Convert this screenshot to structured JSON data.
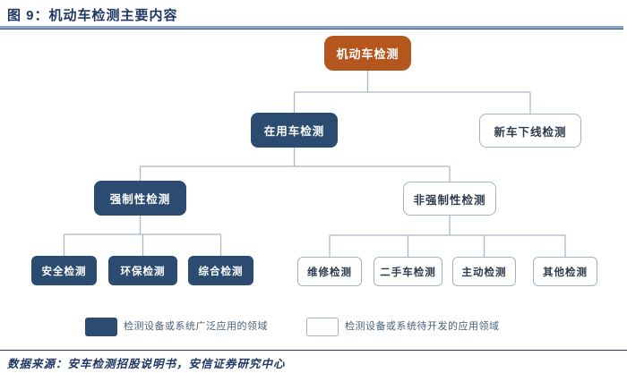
{
  "figure": {
    "title": "图 9：机动车检测主要内容",
    "source": "数据来源：安车检测招股说明书，安信证券研究中心"
  },
  "tree": {
    "label": "机动车检测",
    "children": [
      {
        "label": "在用车检测",
        "applied": true,
        "children": [
          {
            "label": "强制性检测",
            "applied": true,
            "children": [
              {
                "label": "安全检测",
                "applied": true
              },
              {
                "label": "环保检测",
                "applied": true
              },
              {
                "label": "综合检测",
                "applied": true
              }
            ]
          },
          {
            "label": "非强制性检测",
            "applied": false,
            "children": [
              {
                "label": "维修检测",
                "applied": false
              },
              {
                "label": "二手车检测",
                "applied": false
              },
              {
                "label": "主动检测",
                "applied": false
              },
              {
                "label": "其他检测",
                "applied": false
              }
            ]
          }
        ]
      },
      {
        "label": "新车下线检测",
        "applied": false
      }
    ]
  },
  "legend": {
    "filled_label": "检测设备或系统广泛应用的领域",
    "outline_label": "检测设备或系统待开发的应用领域"
  },
  "colors": {
    "root_orange": "#B4571F",
    "node_dark_blue": "#2B4B70",
    "outline_border": "#9FB4C7",
    "connector": "#A9B9C9",
    "title_navy": "#1F3864"
  }
}
